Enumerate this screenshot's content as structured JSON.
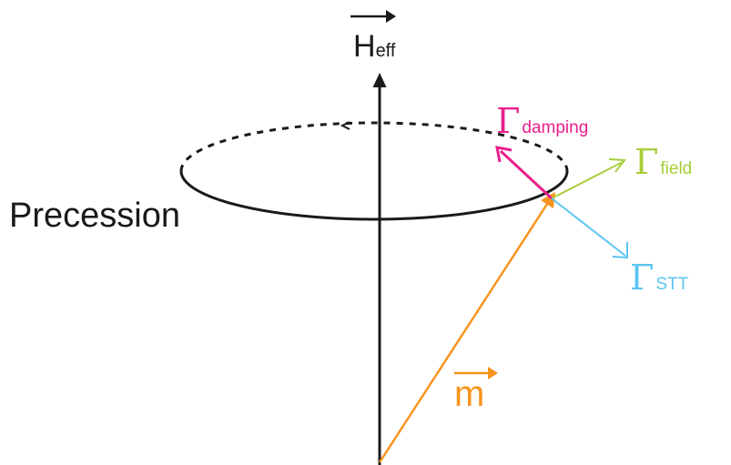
{
  "labels": {
    "heff_main": "H",
    "heff_sub": "eff",
    "precession": "Precession",
    "m": "m",
    "gamma_symbol": "Γ",
    "damping_sub": "damping",
    "field_sub": "field",
    "stt_sub": "STT"
  },
  "colors": {
    "axis": "#1a1a1a",
    "m": "#f7941d",
    "damping": "#ec1e8c",
    "field": "#a6ce39",
    "stt": "#5bc5f2"
  }
}
